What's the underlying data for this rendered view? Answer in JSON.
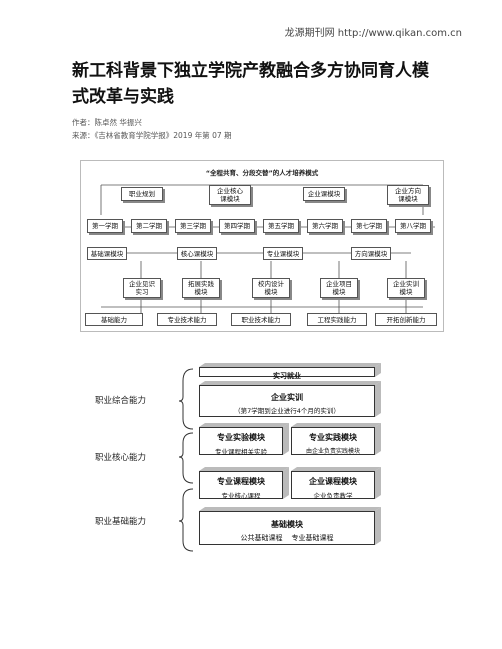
{
  "header": {
    "site": "龙源期刊网 http://www.qikan.com.cn"
  },
  "article": {
    "title": "新工科背景下独立学院产教融合多方协同育人模式改革与实践",
    "authors_label": "作者：陈卓然 华振兴",
    "source_label": "来源：《吉林省教育学院学报》2019 年第 07 期"
  },
  "figure1": {
    "title": "“全程共育、分段交替”的人才培养模式",
    "top_modules": [
      "职业规划",
      "企业核心课模块",
      "企业课模块",
      "企业方向课模块"
    ],
    "semesters": [
      "第一学期",
      "第二学期",
      "第三学期",
      "第四学期",
      "第五学期",
      "第六学期",
      "第七学期",
      "第八学期"
    ],
    "course_modules": [
      "基础课模块",
      "核心课模块",
      "专业课模块",
      "方向课模块"
    ],
    "practice": [
      "企业见识实习",
      "拓展实践模块",
      "校内设计模块",
      "企业项目模块",
      "企业实训模块"
    ],
    "abilities": [
      "基础能力",
      "专业技术能力",
      "职业技术能力",
      "工程实践能力",
      "开拓创新能力"
    ]
  },
  "figure2": {
    "levels": [
      "职业综合能力",
      "职业核心能力",
      "职业基础能力"
    ],
    "internship": "实习就业",
    "training_title": "企业实训",
    "training_sub": "（第7学期到企业进行4个月的实训）",
    "exp_title": "专业实验模块",
    "exp_sub": "专业课程相关实验",
    "practice_title": "专业实践模块",
    "practice_sub": "由企业负责实践模块",
    "course_title": "专业课程模块",
    "course_sub": "专业核心课程",
    "ent_course_title": "企业课程模块",
    "ent_course_sub": "企业负责教学",
    "base_title": "基础模块",
    "base_sub": "公共基础课程    专业基础课程"
  }
}
